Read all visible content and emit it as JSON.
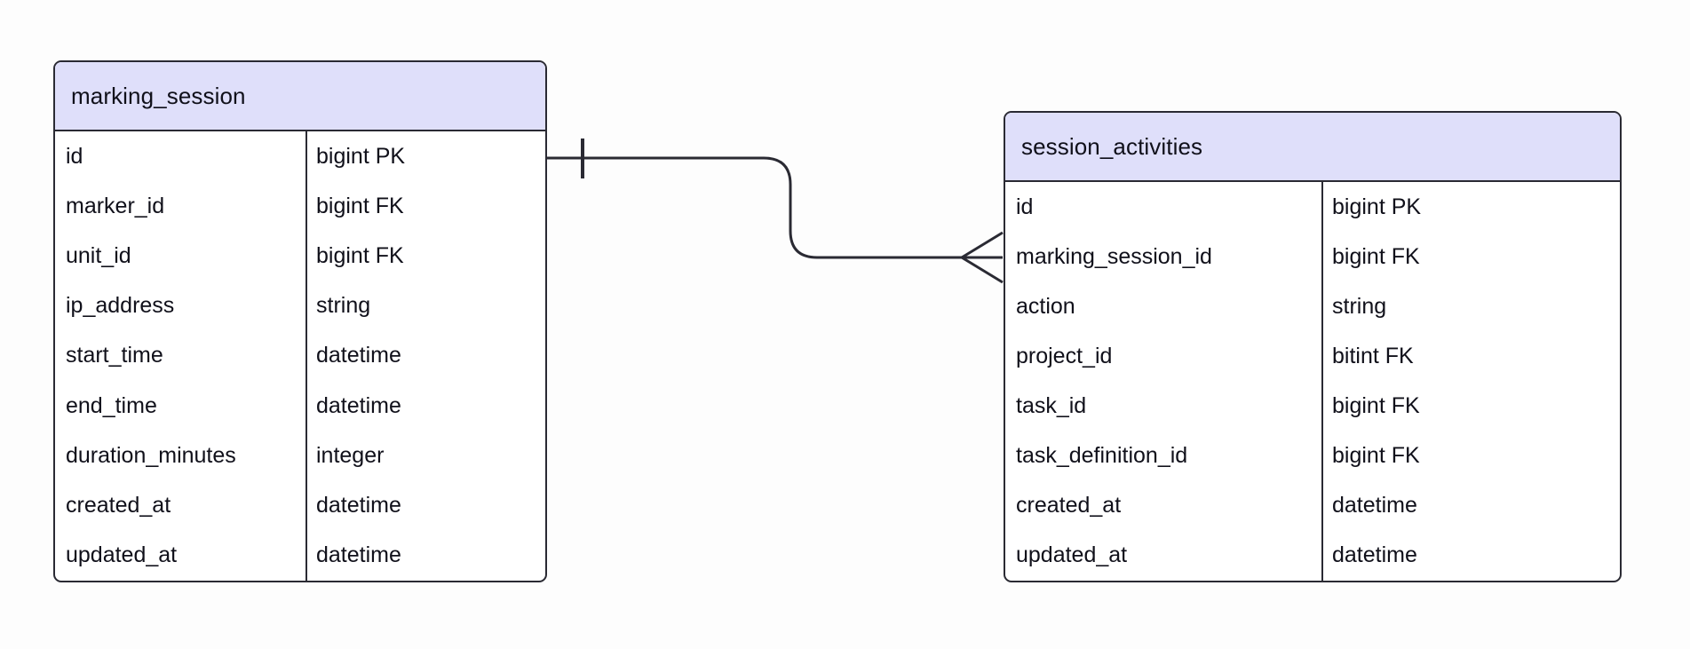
{
  "diagram": {
    "type": "entity-relationship-diagram",
    "background_color": "#fdfdfd",
    "header_fill": "#dfdffa",
    "border_color": "#2a2a33",
    "text_color": "#10101a"
  },
  "entities": [
    {
      "name": "marking_session",
      "columns": [
        {
          "name": "id",
          "type": "bigint PK"
        },
        {
          "name": "marker_id",
          "type": "bigint FK"
        },
        {
          "name": "unit_id",
          "type": "bigint FK"
        },
        {
          "name": "ip_address",
          "type": "string"
        },
        {
          "name": "start_time",
          "type": "datetime"
        },
        {
          "name": "end_time",
          "type": "datetime"
        },
        {
          "name": "duration_minutes",
          "type": "integer"
        },
        {
          "name": "created_at",
          "type": "datetime"
        },
        {
          "name": "updated_at",
          "type": "datetime"
        }
      ]
    },
    {
      "name": "session_activities",
      "columns": [
        {
          "name": "id",
          "type": "bigint PK"
        },
        {
          "name": "marking_session_id",
          "type": "bigint FK"
        },
        {
          "name": "action",
          "type": "string"
        },
        {
          "name": "project_id",
          "type": "bitint FK"
        },
        {
          "name": "task_id",
          "type": "bigint FK"
        },
        {
          "name": "task_definition_id",
          "type": "bigint FK"
        },
        {
          "name": "created_at",
          "type": "datetime"
        },
        {
          "name": "updated_at",
          "type": "datetime"
        }
      ]
    }
  ],
  "relationships": [
    {
      "from_entity": "marking_session",
      "to_entity": "session_activities",
      "from_cardinality": "one",
      "to_cardinality": "many",
      "from_notation": "one-tick",
      "to_notation": "crow-foot"
    }
  ]
}
